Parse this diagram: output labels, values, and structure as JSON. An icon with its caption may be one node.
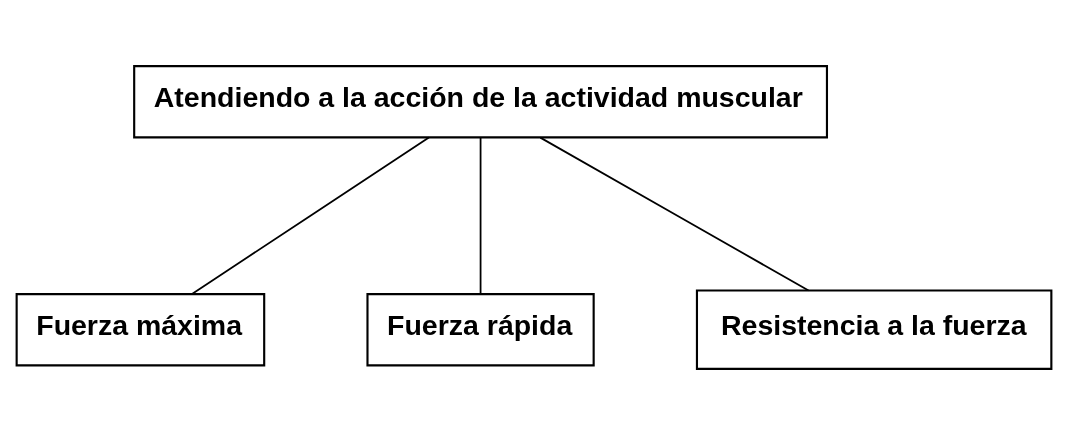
{
  "diagram": {
    "nodes": [
      {
        "text": [
          "Atendiendo a la acción de la actividad muscular"
        ]
      },
      {
        "text": [
          "Fuerza máxima"
        ]
      },
      {
        "text": [
          "Fuerza rápida"
        ]
      },
      {
        "text": [
          "Resistencia a la fuerza"
        ]
      }
    ],
    "edges": [
      {
        "from": 0,
        "to": 1,
        "arrow": "none"
      },
      {
        "from": 0,
        "to": 2,
        "arrow": "none"
      },
      {
        "from": 0,
        "to": 3,
        "arrow": "none"
      }
    ]
  }
}
